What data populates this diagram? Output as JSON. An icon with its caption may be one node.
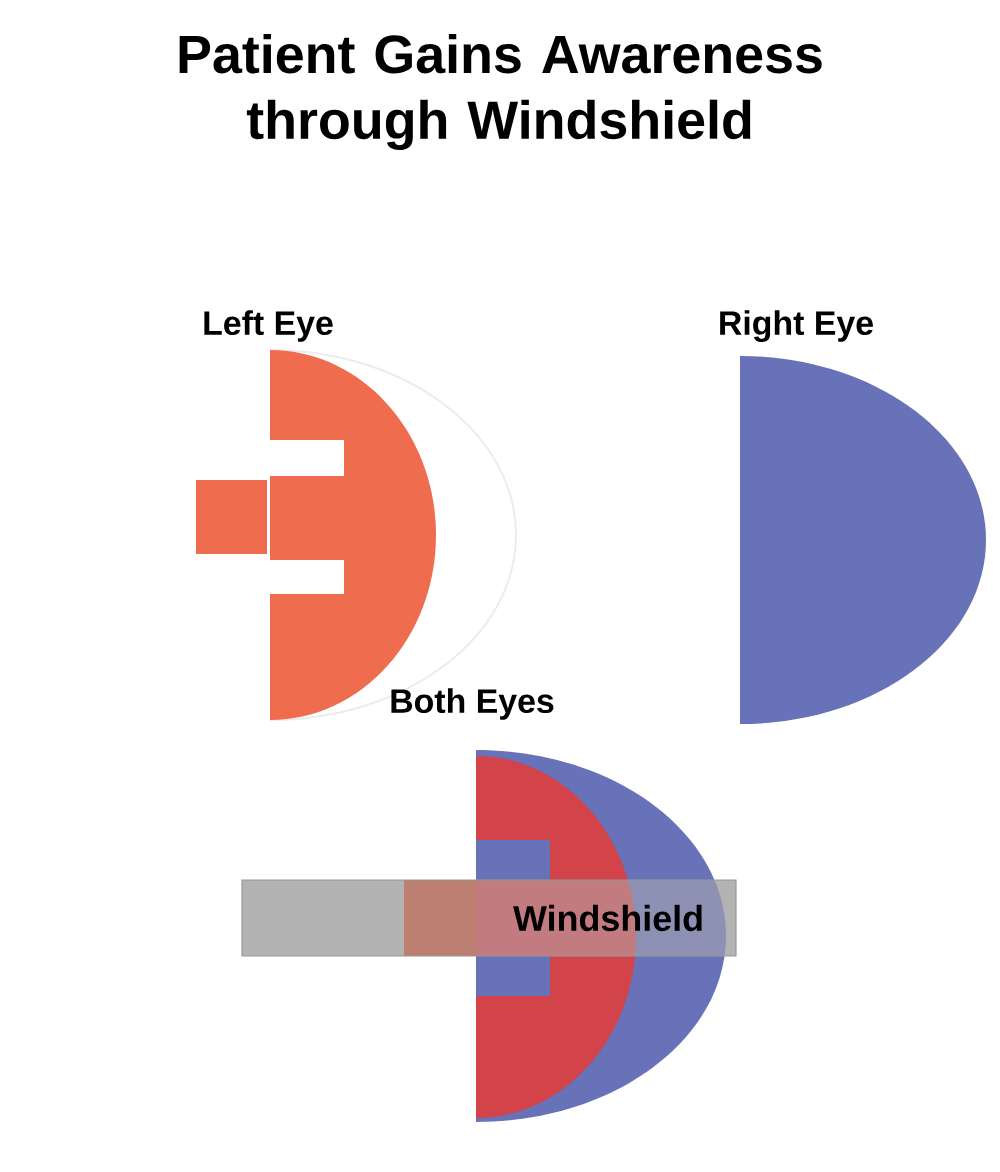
{
  "diagram": {
    "title": "Patient Gains Awareness through Windshield",
    "nodes": [
      {
        "text": [
          "Left Eye"
        ]
      },
      {
        "text": [
          "Right Eye"
        ]
      },
      {
        "text": [
          "Both Eyes"
        ]
      },
      {
        "text": [
          "Windshield"
        ]
      }
    ]
  }
}
